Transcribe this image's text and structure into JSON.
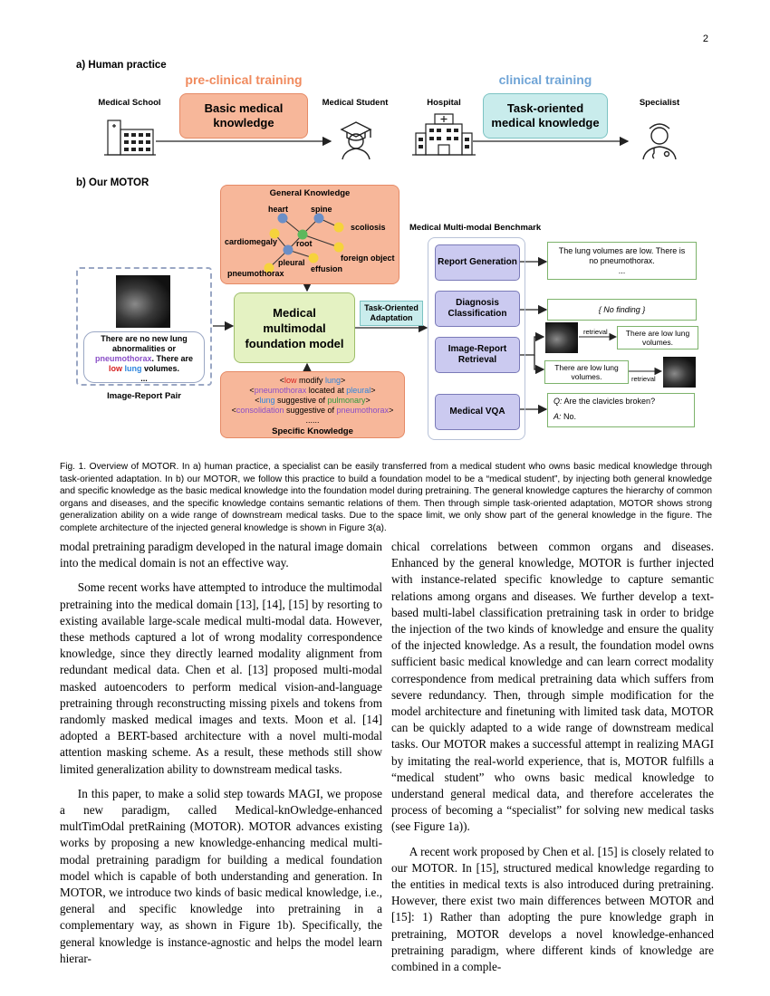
{
  "page_number": "2",
  "fig": {
    "sec_a": "a) Human practice",
    "sec_b": "b) Our MOTOR",
    "preclinical": "pre-clinical training",
    "clinical": "clinical training",
    "medical_school": "Medical School",
    "medical_student": "Medical Student",
    "hospital": "Hospital",
    "specialist": "Specialist",
    "basic_knowledge": "Basic medical knowledge",
    "task_knowledge": "Task-oriented medical knowledge",
    "general_knowledge": "General Knowledge",
    "graph_nodes": {
      "heart": "heart",
      "spine": "spine",
      "scoliosis": "scoliosis",
      "cardiomegaly": "cardiomegaly",
      "root": "root",
      "foreign_object": "foreign object",
      "pleural": "pleural",
      "effusion": "effusion",
      "pneumothorax": "pneumothorax"
    },
    "foundation_model": "Medical multimodal foundation model",
    "adaptation": "Task-Oriented Adaptation",
    "benchmark": "Medical Multi-modal Benchmark",
    "report_text": {
      "l1": "There are no new lung",
      "l2": "abnormalities or",
      "l3a": "pneumothorax",
      "l3b": ". There are",
      "l4a": "low",
      "l4b": " lung",
      "l4c": " volumes.",
      "l5": "..."
    },
    "pair_label": "Image-Report Pair",
    "specific": {
      "r1": [
        "<",
        "low",
        " modify ",
        "lung",
        ">"
      ],
      "r2": [
        "<",
        "pneumothorax",
        " located at ",
        "pleural",
        ">"
      ],
      "r3": [
        "<",
        "lung",
        " suggestive of ",
        "pulmonary",
        ">"
      ],
      "r4": [
        "<",
        "consolidation",
        " suggestive of ",
        "pneumothorax",
        ">"
      ],
      "r5": "......",
      "title": "Specific Knowledge"
    },
    "tasks": {
      "t1": "Report Generation",
      "t2": "Diagnosis Classification",
      "t3": "Image-Report Retrieval",
      "t4": "Medical VQA"
    },
    "outputs": {
      "report1": "The lung volumes are low. There is",
      "report2": "no pneumothorax.",
      "report3": "...",
      "diagnosis": "{ No finding }",
      "retrieval_label": "retrieval",
      "ret_text1": "There are low lung volumes.",
      "ret_text2": "There are low lung volumes.",
      "vqa_q_prefix": "Q:",
      "vqa_q": " Are the clavicles broken?",
      "vqa_a_prefix": "A:",
      "vqa_a": " No."
    },
    "colors": {
      "orange_fill": "#f7b79a",
      "teal_fill": "#c9ecec",
      "green_fill": "#e4f2c2",
      "task_fill": "#cbcaf0",
      "preclinical_text": "#f08a5d",
      "clinical_text": "#6fa4d6"
    }
  },
  "caption": "Fig. 1.  Overview of MOTOR. In a) human practice, a specialist can be easily transferred from a medical student who owns basic medical knowledge through task-oriented adaptation. In b) our MOTOR, we follow this practice to build a foundation model to be a “medical student”, by injecting both general knowledge and specific knowledge as the basic medical knowledge into the foundation model during pretraining. The general knowledge captures the hierarchy of common organs and diseases, and the specific knowledge contains semantic relations of them. Then through simple task-oriented adaptation, MOTOR shows strong generalization ability on a wide range of downstream medical tasks. Due to the space limit, we only show part of the general knowledge in the figure. The complete architecture of the injected general knowledge is shown in Figure 3(a).",
  "left_col": {
    "p1": "modal pretraining paradigm developed in the natural image domain into the medical domain is not an effective way.",
    "p2": "Some recent works have attempted to introduce the multimodal pretraining into the medical domain [13], [14], [15] by resorting to existing available large-scale medical multi-modal data. However, these methods captured a lot of wrong modality correspondence knowledge, since they directly learned modality alignment from redundant medical data. Chen et al. [13] proposed multi-modal masked autoencoders to perform medical vision-and-language pretraining through reconstructing missing pixels and tokens from randomly masked medical images and texts. Moon et al. [14] adopted a BERT-based architecture with a novel multi-modal attention masking scheme. As a result, these methods still show limited generalization ability to downstream medical tasks.",
    "p3": "In this paper, to make a solid step towards MAGI, we propose a new paradigm, called Medical-knOwledge-enhanced multTimOdal pretRaining (MOTOR). MOTOR advances existing works by proposing a new knowledge-enhancing medical multi-modal pretraining paradigm for building a medical foundation model which is capable of both understanding and generation. In MOTOR, we introduce two kinds of basic medical knowledge, i.e., general and specific knowledge into pretraining in a complementary way, as shown in Figure 1b). Specifically, the general knowledge is instance-agnostic and helps the model learn hierar-"
  },
  "right_col": {
    "p1": "chical correlations between common organs and diseases. Enhanced by the general knowledge, MOTOR is further injected with instance-related specific knowledge to capture semantic relations among organs and diseases. We further develop a text-based multi-label classification pretraining task in order to bridge the injection of the two kinds of knowledge and ensure the quality of the injected knowledge. As a result, the foundation model owns sufficient basic medical knowledge and can learn correct modality correspondence from medical pretraining data which suffers from severe redundancy. Then, through simple modification for the model architecture and finetuning with limited task data, MOTOR can be quickly adapted to a wide range of downstream medical tasks. Our MOTOR makes a successful attempt in realizing MAGI by imitating the real-world experience, that is, MOTOR fulfills a “medical student” who owns basic medical knowledge to understand general medical data, and therefore accelerates the process of becoming a “specialist” for solving new medical tasks (see Figure 1a)).",
    "p2": "A recent work proposed by Chen et al. [15] is closely related to our MOTOR. In [15], structured medical knowledge regarding to the entities in medical texts is also introduced during pretraining. However, there exist two main differences between MOTOR and [15]: 1) Rather than adopting the pure knowledge graph in pretraining, MOTOR develops a novel knowledge-enhanced pretraining paradigm, where different kinds of knowledge are combined in a comple-"
  }
}
